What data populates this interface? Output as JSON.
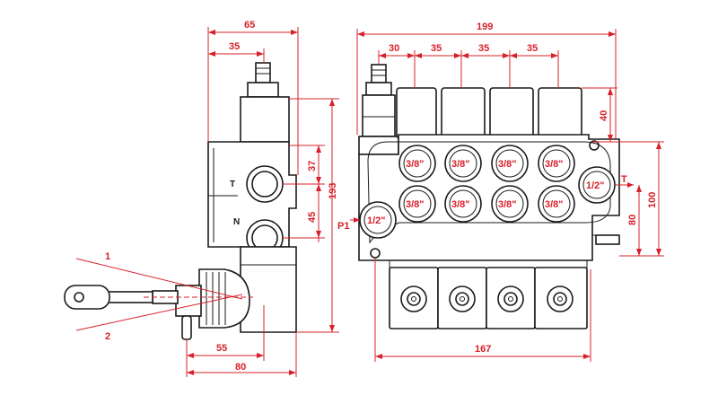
{
  "side_view": {
    "dim_top_overall": "65",
    "dim_top_inner": "35",
    "dim_height_overall": "193",
    "dim_port_spacing_upper": "37",
    "dim_port_spacing_lower": "45",
    "dim_bottom_inner": "55",
    "dim_bottom_overall": "80",
    "port_label_t": "T",
    "port_label_n": "N",
    "lever_angle_label_1": "1",
    "lever_angle_label_2": "2"
  },
  "front_view": {
    "dim_top_overall": "199",
    "dim_section_first": "30",
    "dim_section_2": "35",
    "dim_section_3": "35",
    "dim_section_4": "35",
    "dim_cap_height": "40",
    "dim_right_80": "80",
    "dim_right_100": "100",
    "dim_bottom_167": "167",
    "inlet_label": "P1",
    "inlet_port": "1/2\"",
    "outlet_port": "1/2\"",
    "outlet_label": "T",
    "work_ports_upper": [
      "3/8\"",
      "3/8\"",
      "3/8\"",
      "3/8\""
    ],
    "work_ports_lower": [
      "3/8\"",
      "3/8\"",
      "3/8\"",
      "3/8\""
    ]
  },
  "colors": {
    "dimension": "#d8202a",
    "outline": "#1a1a1a"
  }
}
